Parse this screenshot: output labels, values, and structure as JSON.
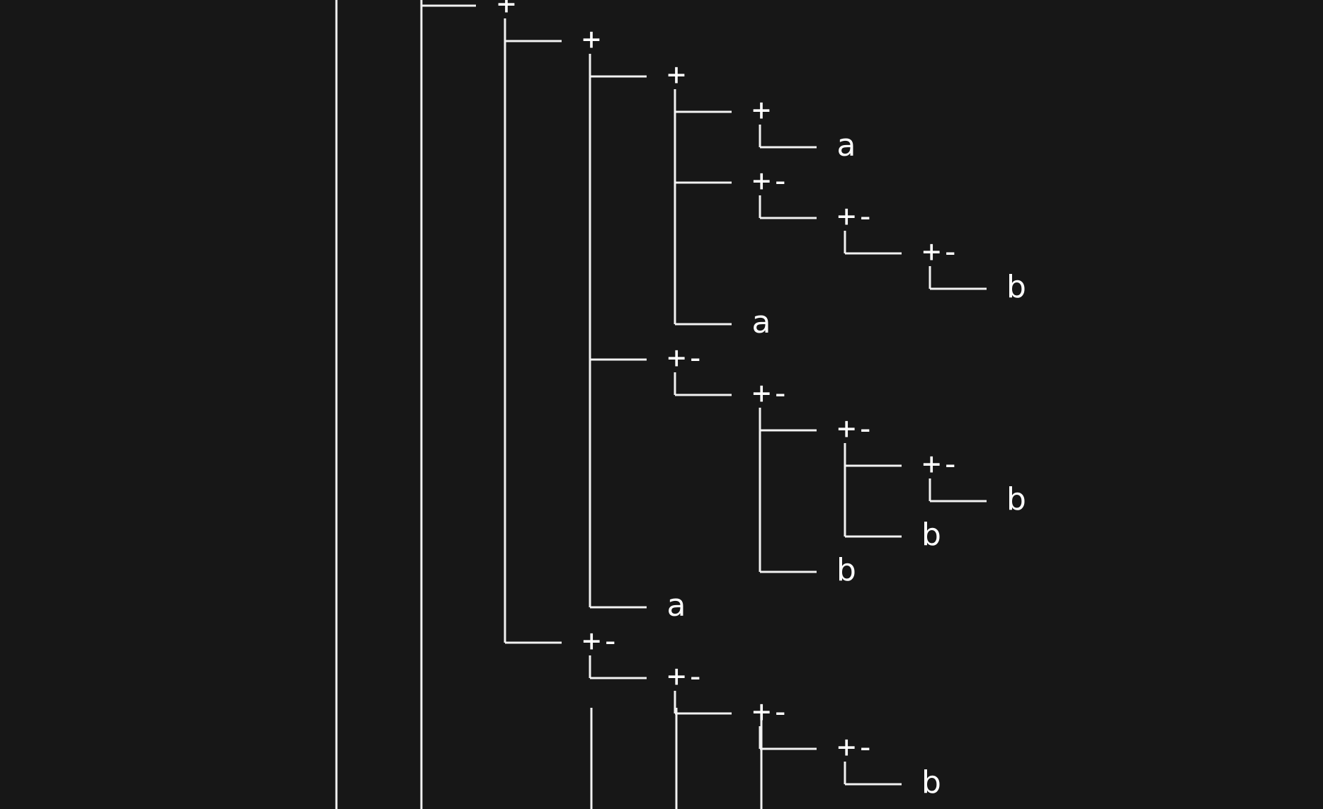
{
  "colors": {
    "background": "#171717",
    "line": "#f2f2f2",
    "text": "#ffffff"
  },
  "tree": {
    "label": "+",
    "children": [
      {
        "label": "+",
        "children": [
          {
            "label": "+",
            "children": [
              {
                "label": "+",
                "children": [
                  {
                    "label": "a"
                  }
                ]
              },
              {
                "label": "+-",
                "children": [
                  {
                    "label": "+-",
                    "children": [
                      {
                        "label": "+-",
                        "children": [
                          {
                            "label": "b"
                          }
                        ]
                      }
                    ]
                  }
                ]
              },
              {
                "label": "a"
              }
            ]
          },
          {
            "label": "+-",
            "children": [
              {
                "label": "+-",
                "children": [
                  {
                    "label": "+-",
                    "children": [
                      {
                        "label": "+-",
                        "children": [
                          {
                            "label": "b"
                          }
                        ]
                      },
                      {
                        "label": "b"
                      }
                    ]
                  },
                  {
                    "label": "b"
                  }
                ]
              }
            ]
          },
          {
            "label": "a"
          }
        ]
      },
      {
        "label": "+-",
        "children": [
          {
            "label": "+-",
            "children": [
              {
                "label": "+-",
                "children": [
                  {
                    "label": "+-",
                    "children": [
                      {
                        "label": "b"
                      }
                    ]
                  }
                ]
              }
            ]
          }
        ]
      }
    ]
  }
}
